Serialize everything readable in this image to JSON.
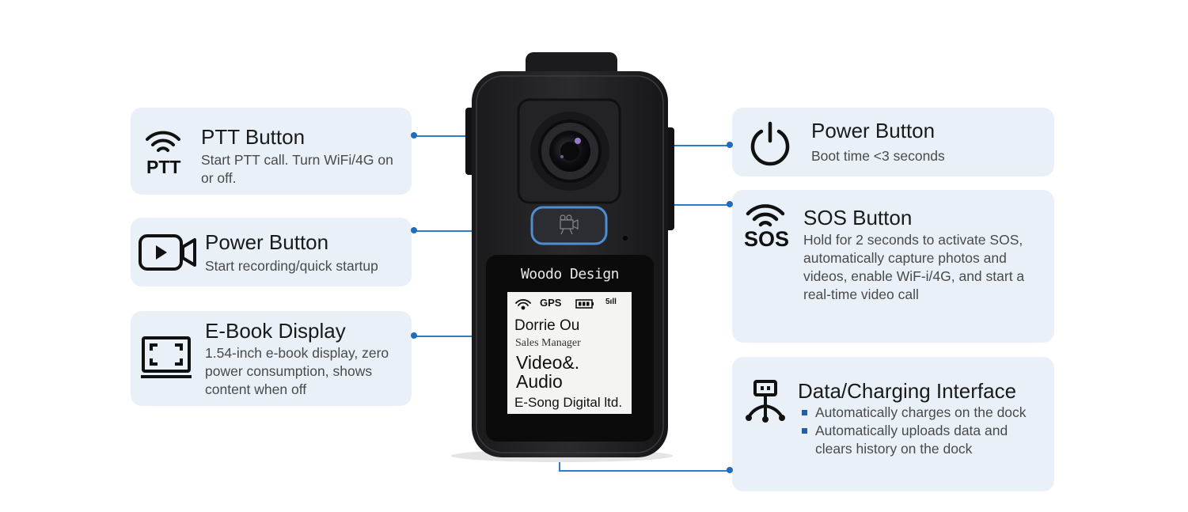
{
  "features": {
    "ptt": {
      "title": "PTT Button",
      "desc": "Start PTT call. Turn WiFi/4G on or off.",
      "icon_text": "PTT"
    },
    "record": {
      "title": "Power Button",
      "desc": "Start recording/quick startup"
    },
    "ebook": {
      "title": "E-Book Display",
      "desc": "1.54-inch e-book display, zero power consumption, shows content when off"
    },
    "power": {
      "title": "Power Button",
      "desc": "Boot time <3 seconds"
    },
    "sos": {
      "title": "SOS Button",
      "desc": "Hold for 2 seconds to activate SOS, automatically capture photos and videos, enable WiF-i/4G, and start a real-time video call",
      "icon_text": "SOS"
    },
    "data": {
      "title": "Data/Charging Interface",
      "bullets": [
        "Automatically charges on the dock",
        "Automatically uploads data and clears history on the dock"
      ]
    }
  },
  "device": {
    "brand": "Woodo Design",
    "status": {
      "gps": "GPS",
      "signal": "5ıll"
    },
    "name": "Dorrie Ou",
    "role": "Sales Manager",
    "line1": "Video&.",
    "line2": "Audio",
    "company": "E-Song Digital ltd."
  },
  "colors": {
    "card_bg": "#e9f0f8",
    "connector": "#2f7cc7",
    "bullet": "#1f5fb3"
  }
}
